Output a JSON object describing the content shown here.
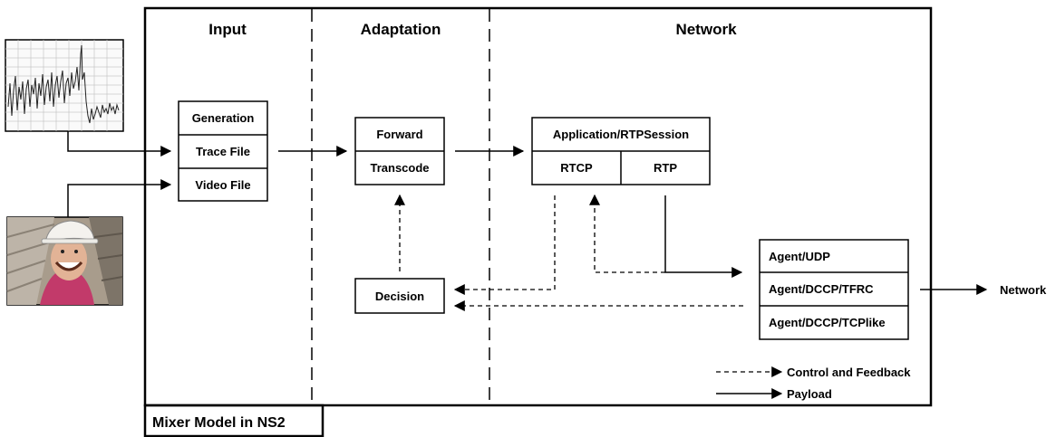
{
  "diagram": {
    "title": "Mixer Model in NS2",
    "columns": {
      "input": "Input",
      "adaptation": "Adaptation",
      "network": "Network"
    },
    "input_box": [
      "Generation",
      "Trace File",
      "Video File"
    ],
    "adaptation_box": [
      "Forward",
      "Transcode"
    ],
    "decision": "Decision",
    "app_box": {
      "header": "Application/RTPSession",
      "rtcp": "RTCP",
      "rtp": "RTP"
    },
    "agent_box": [
      "Agent/UDP",
      "Agent/DCCP/TFRC",
      "Agent/DCCP/TCPlike"
    ],
    "output_label": "Network",
    "legend": {
      "control": "Control and Feedback",
      "payload": "Payload"
    }
  }
}
